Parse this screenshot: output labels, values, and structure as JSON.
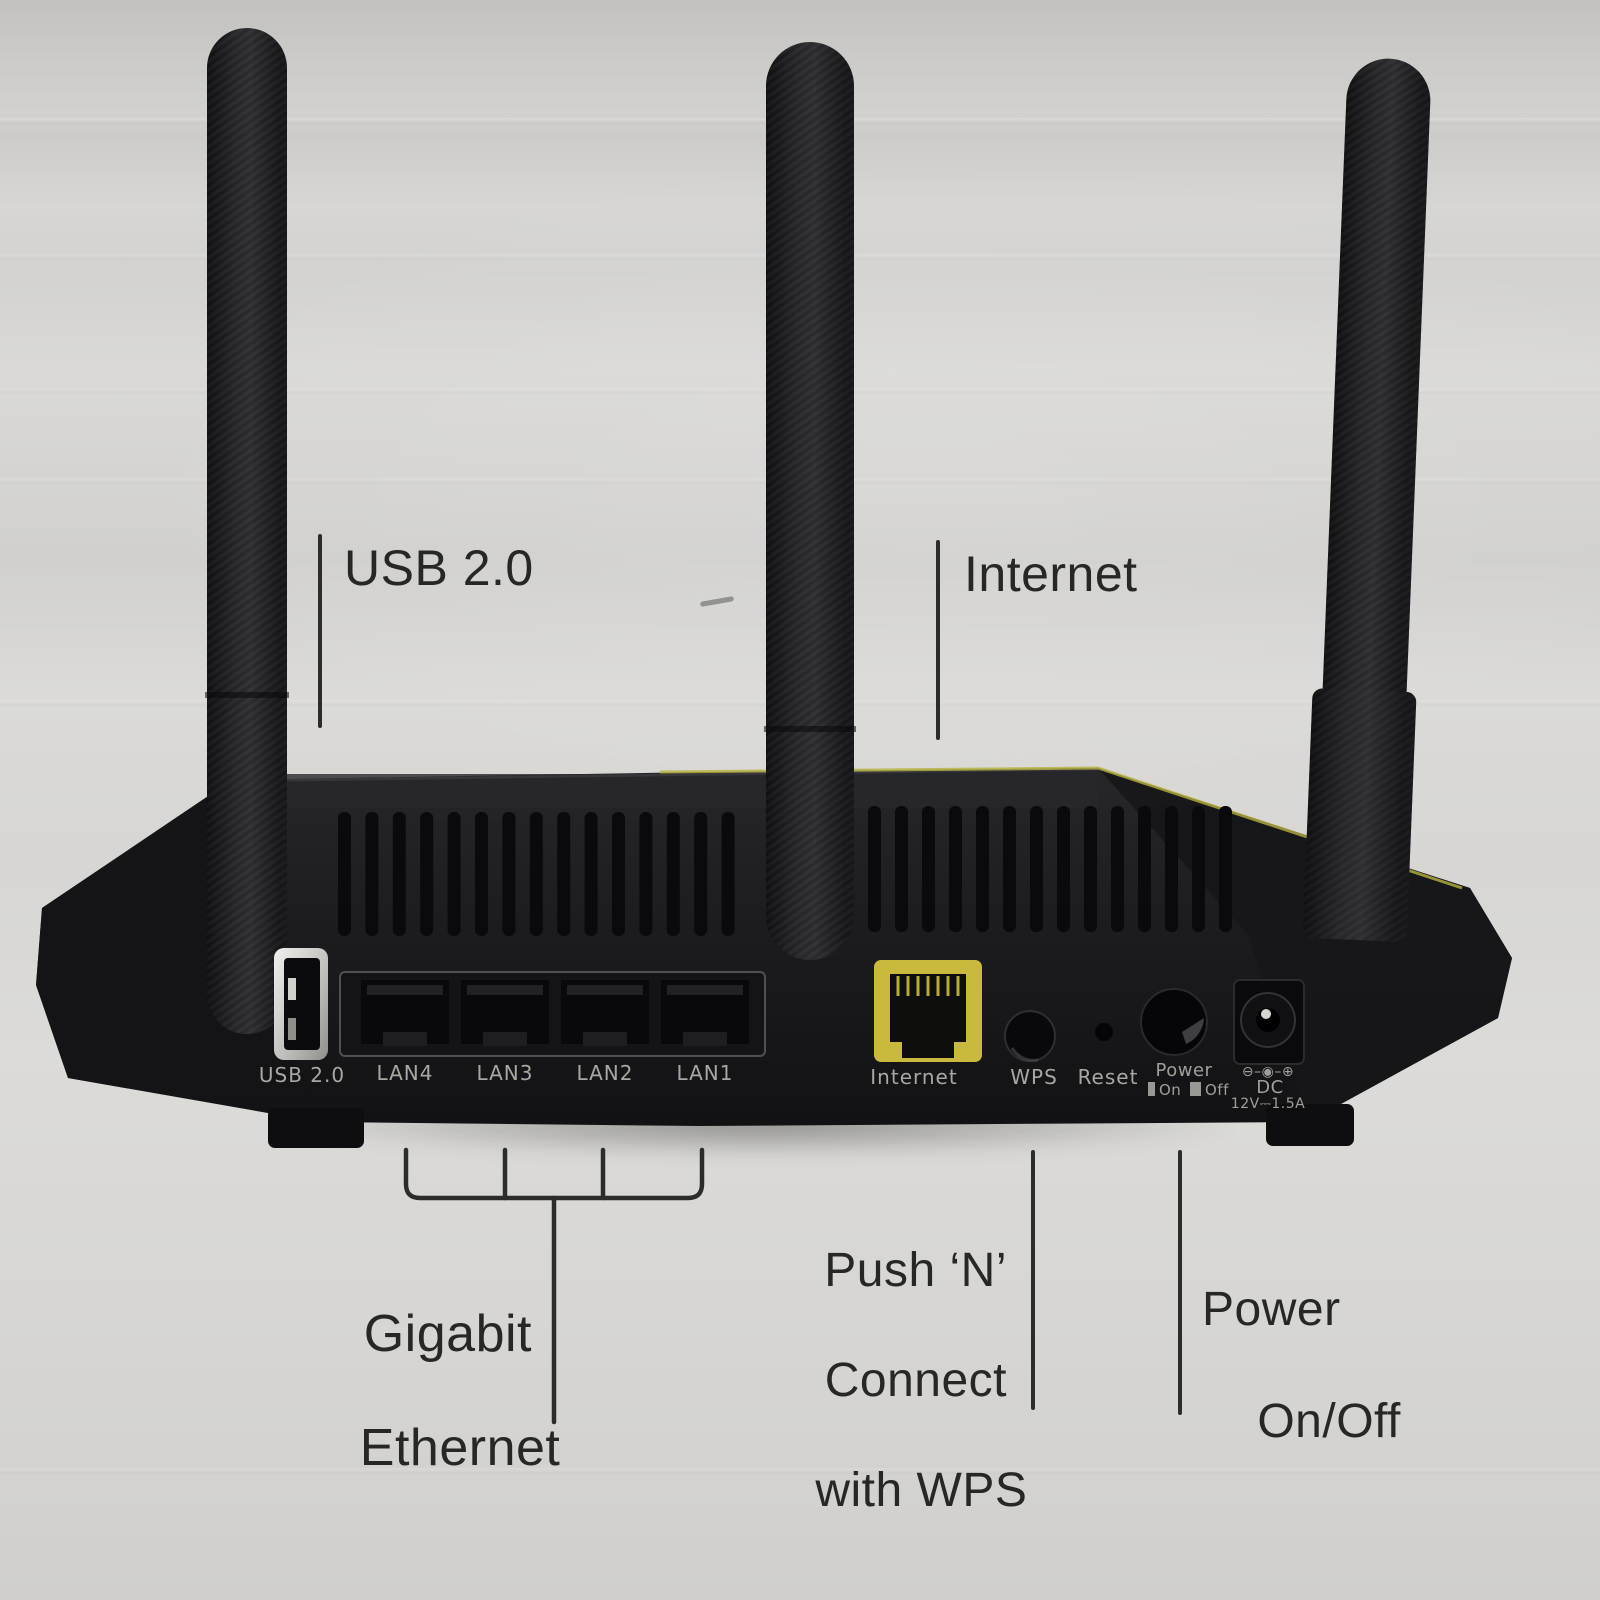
{
  "meta": {
    "description": "Photographed rear panel of a wireless router with printed port callouts"
  },
  "colors": {
    "paper": "#d6d5d2",
    "router_body": "#1c1c1f",
    "accent_yellow_rim": "#b5b13e",
    "internet_port_yellow": "#c9b93f",
    "usb_port_silver": "#d9d9d5",
    "panel_label_gray": "#b6b4af",
    "callout_text": "#272726"
  },
  "panel_labels": {
    "usb": "USB 2.0",
    "lan": [
      "LAN4",
      "LAN3",
      "LAN2",
      "LAN1"
    ],
    "internet": "Internet",
    "wps": "WPS",
    "reset": "Reset",
    "power": "Power",
    "power_on": "On",
    "power_off": "Off",
    "dc_polarity": "⊖–◉–⊕",
    "dc": "DC",
    "dc_rating": "12V⎓1.5A"
  },
  "callouts": {
    "usb": "USB 2.0",
    "internet": "Internet",
    "gigabit": {
      "line1": "Gigabit",
      "line2": "Ethernet"
    },
    "wps": {
      "line1": "Push ‘N’",
      "line2": "Connect",
      "line3": "with WPS"
    },
    "power": {
      "line1": "Power",
      "line2": "On/Off"
    }
  }
}
